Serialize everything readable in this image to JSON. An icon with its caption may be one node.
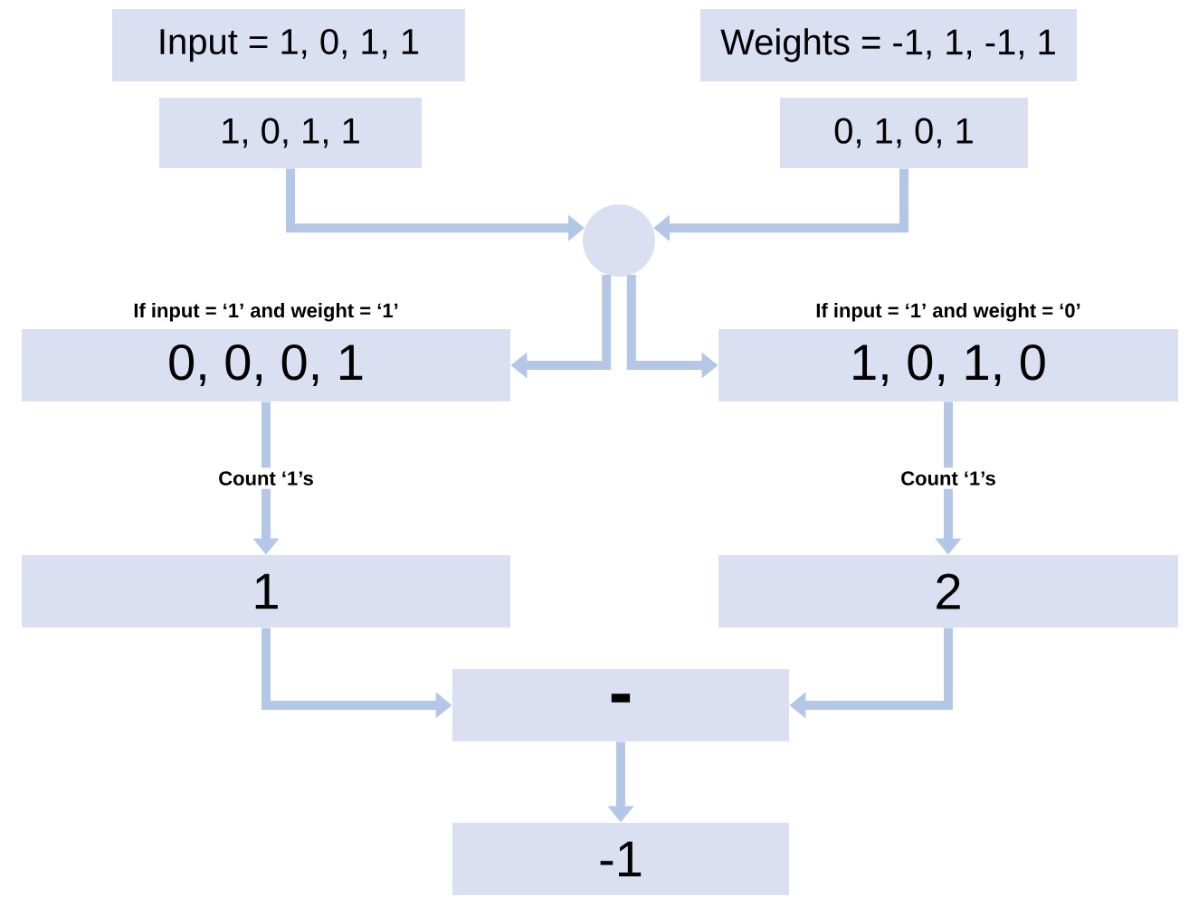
{
  "diagram": {
    "nodes": [
      {
        "text": [
          "Input = 1, 0, 1, 1"
        ]
      },
      {
        "text": [
          "1, 0, 1, 1"
        ]
      },
      {
        "text": [
          "Weights = -1, 1, -1, 1"
        ]
      },
      {
        "text": [
          "0, 1, 0, 1"
        ]
      },
      {
        "text": [],
        "shape": "circle"
      },
      {
        "text": [
          "If input = ‘1’ and weight = ‘1’",
          "0, 0, 0, 1"
        ]
      },
      {
        "text": [
          "If input = ‘1’ and weight = ‘0’",
          "1, 0, 1, 0"
        ]
      },
      {
        "text": [
          "1"
        ]
      },
      {
        "text": [
          "2"
        ]
      },
      {
        "text": [
          "-"
        ]
      },
      {
        "text": [
          "-1"
        ]
      }
    ],
    "edges": [
      {
        "from": 1,
        "to": 4,
        "arrow": "to"
      },
      {
        "from": 3,
        "to": 4,
        "arrow": "to"
      },
      {
        "from": 4,
        "to": 5,
        "arrow": "to"
      },
      {
        "from": 4,
        "to": 6,
        "arrow": "to"
      },
      {
        "from": 5,
        "to": 7,
        "arrow": "to",
        "label": "Count ‘1’s"
      },
      {
        "from": 6,
        "to": 8,
        "arrow": "to",
        "label": "Count ‘1’s"
      },
      {
        "from": 7,
        "to": 9,
        "arrow": "to"
      },
      {
        "from": 8,
        "to": 9,
        "arrow": "to"
      },
      {
        "from": 9,
        "to": 10,
        "arrow": "to"
      }
    ]
  }
}
